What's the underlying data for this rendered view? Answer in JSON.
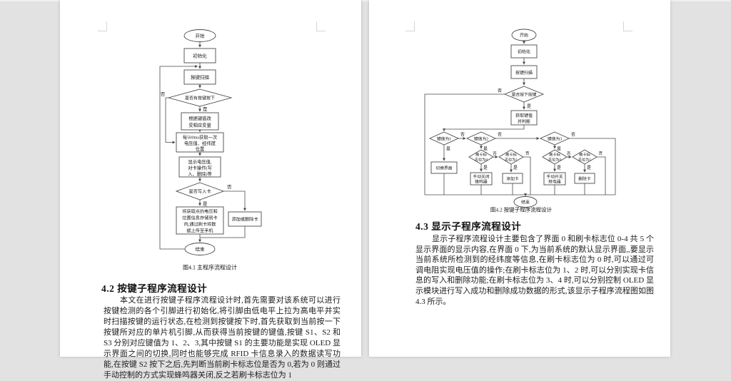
{
  "app": {
    "background": "#e2e2e2",
    "page_color": "#ffffff",
    "line_color": "#4a4a4a"
  },
  "left_page": {
    "flowchart": {
      "caption": "图4.1 主程序流程设计",
      "yes": "是",
      "no": "否",
      "nodes": {
        "start": "开始",
        "init": "初始化",
        "scan": "按键扫描",
        "q_key": "是否有按键按下",
        "update": [
          "根据键值改",
          "变相应变量"
        ],
        "acquire": [
          "每500ms获取一次",
          "电压值、经纬度",
          "位置"
        ],
        "display": [
          "显示电压值,",
          "对卡操作(写",
          "入、删除)等"
        ],
        "q_write": "是否写入卡",
        "store": [
          "将获取点的电压和",
          "位置信息存储到卡",
          "内,通过刷卡将数",
          "据上传至手机"
        ],
        "add_delete": "添加或删除卡",
        "end": "结束"
      }
    },
    "section": {
      "heading": "4.2 按键子程序流程设计",
      "body": "本文在进行按键子程序流程设计时,首先需要对该系统可以进行按键检测的各个引脚进行初始化,将引脚由低电平上拉为高电平并实时扫描按键的运行状态,在检测到按键按下时,首先获取到当前按一下按键所对应的单片机引脚,从而获得当前按键的键值,按键 S1、S2 和 S3 分别对应键值为 1、2、3,其中按键 S1 的主要功能是实现 OLED 显示界面之间的切换,同时也能够完成 RFID 卡信息录入的数据读写功能,在按键 S2 按下之后,先判断当前刷卡标志位是否为 0,若为 0 则通过手动控制的方式实现蜂鸣器关闭,反之若刷卡标志位为 1"
    }
  },
  "right_page": {
    "flowchart": {
      "caption": "图4.2 按键子程序流程设计",
      "yes": "是",
      "no": "否",
      "nodes": {
        "start": "开始",
        "init": "初始化",
        "scan": "按键扫描",
        "q_press": "是否按下按键",
        "get_key": [
          "获取键值",
          "并判断"
        ],
        "k1": "键值为1",
        "k2": "键值为2",
        "k3": "键值为3",
        "switch_ui": "切换界面",
        "flag0": [
          "刷卡标",
          "志位为0"
        ],
        "flag1": [
          "刷卡标",
          "志位为1"
        ],
        "buzzer": [
          "手动关闭",
          "蜂鸣器"
        ],
        "add_card": "添加卡",
        "relay": [
          "手动开关",
          "继电器"
        ],
        "delete_card": "删除卡",
        "end": "结束"
      }
    },
    "section": {
      "heading": "4.3 显示子程序流程设计",
      "body": "显示子程序流程设计主要包含了界面 0 和刷卡标志位 0-4 共 5 个显示界面的显示内容,在界面 0 下,为当前系统的默认显示界面,,要显示当前系统所检测到的经纬度等信息,在刷卡标志位为 0 时,可以通过可调电阻实现电压值的操作;在刷卡标志位为 1、2 时,可以分别实现卡信息的写入和删除功能;在刷卡标志位为 3、4 时,可以分别控制 OLED 显示模块进行写入成功和删除成功数据的形式,该显示子程序流程图如图 4.3 所示。"
    }
  }
}
